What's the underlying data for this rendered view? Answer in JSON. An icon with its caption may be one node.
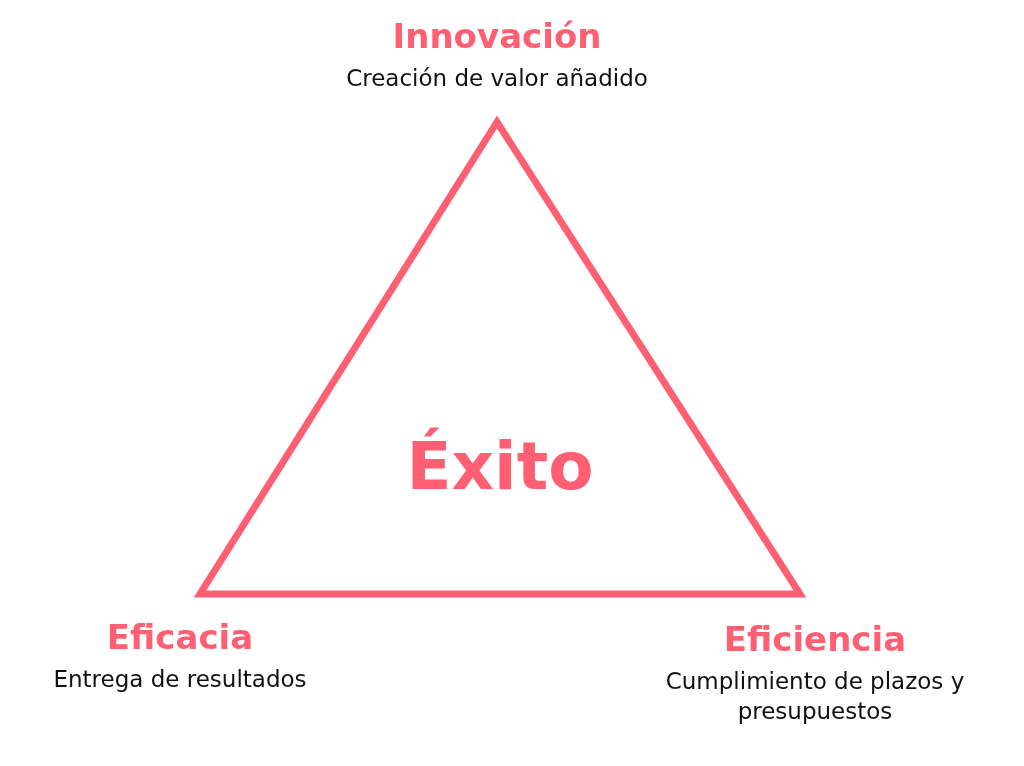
{
  "diagram": {
    "nodes": [
      {
        "text": [
          "Éxito"
        ]
      }
    ],
    "labels": [
      "Innovación",
      "Creación de valor añadido",
      "Eficacia",
      "Entrega de resultados",
      "Eficiencia",
      "Cumplimiento de plazos y presupuestos"
    ]
  }
}
